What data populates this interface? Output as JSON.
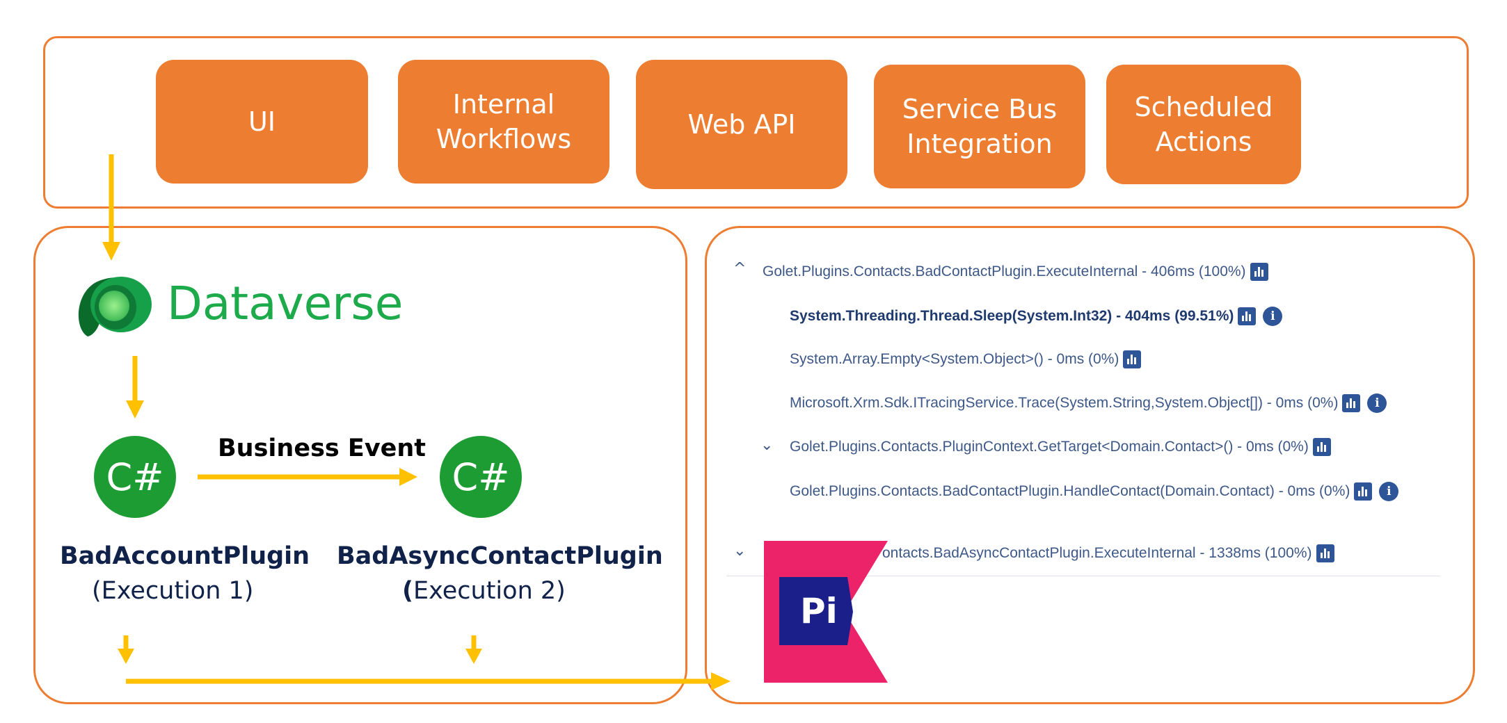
{
  "sources": {
    "ui": "UI",
    "internal_workflows": "Internal\nWorkflows",
    "web_api": "Web API",
    "service_bus": "Service Bus\nIntegration",
    "scheduled_actions": "Scheduled\nActions"
  },
  "dataverse": {
    "label": "Dataverse"
  },
  "event_label": "Business Event",
  "plugins": [
    {
      "symbol": "C#",
      "name": "BadAccountPlugin",
      "execution": "(Execution 1)"
    },
    {
      "symbol": "C#",
      "name": "BadAsyncContactPlugin",
      "execution_paren": "(",
      "execution": "Execution 2)"
    }
  ],
  "trace": {
    "rows": [
      {
        "text": "Golet.Plugins.Contacts.BadContactPlugin.ExecuteInternal - 406ms (100%)"
      },
      {
        "text": "System.Threading.Thread.Sleep(System.Int32) - 404ms (99.51%)"
      },
      {
        "text": "System.Array.Empty<System.Object>() - 0ms (0%)"
      },
      {
        "text": "Microsoft.Xrm.Sdk.ITracingService.Trace(System.String,System.Object[]) - 0ms (0%)"
      },
      {
        "text": "Golet.Plugins.Contacts.PluginContext.GetTarget<Domain.Contact>() - 0ms (0%)"
      },
      {
        "text": "Golet.Plugins.Contacts.BadContactPlugin.HandleContact(Domain.Contact) - 0ms (0%)"
      },
      {
        "text": "ontacts.BadAsyncContactPlugin.ExecuteInternal - 1338ms (100%)"
      }
    ]
  },
  "logo": {
    "text": "Pi"
  },
  "colors": {
    "orange": "#ED7D31",
    "arrow": "#FFC000",
    "dataverse_green": "#1DAA4A",
    "csharp_green": "#1C9C32",
    "trace_blue": "#2E5597",
    "pi_pink": "#ED2369",
    "pi_navy": "#1B1F8A"
  }
}
